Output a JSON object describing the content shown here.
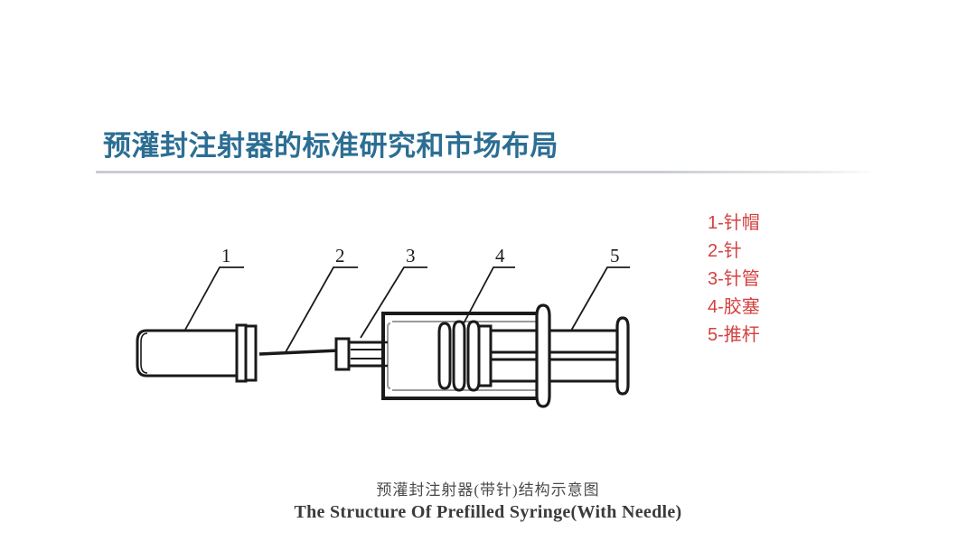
{
  "slide": {
    "title": "预灌封注射器的标准研究和市场布局",
    "title_color": "#2c6e93",
    "background_color": "#ffffff",
    "divider_color": "#c9cdd2"
  },
  "legend": {
    "color": "#d3413f",
    "items": [
      {
        "number": "1",
        "label": "1-针帽"
      },
      {
        "number": "2",
        "label": "2-针"
      },
      {
        "number": "3",
        "label": "3-针管"
      },
      {
        "number": "4",
        "label": "4-胶塞"
      },
      {
        "number": "5",
        "label": "5-推杆"
      }
    ]
  },
  "diagram": {
    "line_color": "#1a1a1a",
    "callouts": [
      {
        "id": "1",
        "text": "1",
        "target": "needle-cap"
      },
      {
        "id": "2",
        "text": "2",
        "target": "needle"
      },
      {
        "id": "3",
        "text": "3",
        "target": "barrel"
      },
      {
        "id": "4",
        "text": "4",
        "target": "rubber-stopper"
      },
      {
        "id": "5",
        "text": "5",
        "target": "plunger-rod"
      }
    ]
  },
  "caption": {
    "chinese": "预灌封注射器(带针)结构示意图",
    "english": "The Structure  Of  Prefilled Syringe(With Needle)"
  }
}
